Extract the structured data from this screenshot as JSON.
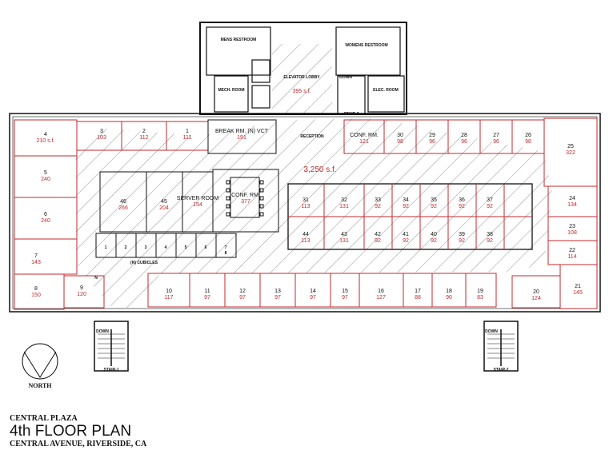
{
  "title": {
    "building": "CENTRAL PLAZA",
    "plan": "4th FLOOR PLAN",
    "address": "CENTRAL AVENUE, RIVERSIDE, CA"
  },
  "north_label": "NORTH",
  "common_area": "3,250 s.f.",
  "core": {
    "mens": "MENS RESTROOM",
    "womens": "WOMENS RESTROOM",
    "mech": "MECH. ROOM",
    "elec": "ELEC. ROOM",
    "elevator_lobby": "ELEVATOR LOBBY",
    "elevator_lobby_area": "395 s.f.",
    "stair3": "STAIR-3",
    "down": "DOWN"
  },
  "reception": "RECEPTION",
  "cubicles": {
    "label": "(N) CUBICLES",
    "numbers": [
      "1",
      "2",
      "3",
      "4",
      "5",
      "6",
      "7",
      "8"
    ]
  },
  "stairs": [
    {
      "label": "STAIR-1",
      "down": "DOWN"
    },
    {
      "label": "STAIR-2",
      "down": "DOWN"
    }
  ],
  "n_mark": "N",
  "rooms": [
    {
      "id": "4",
      "area": "210 s.f."
    },
    {
      "id": "3",
      "area": "103"
    },
    {
      "id": "2",
      "area": "112"
    },
    {
      "id": "1",
      "area": "111"
    },
    {
      "id": "BREAK RM. (N) VCT",
      "area": "191"
    },
    {
      "id": "CONF. RM.",
      "area": "121"
    },
    {
      "id": "30",
      "area": "98"
    },
    {
      "id": "29",
      "area": "96"
    },
    {
      "id": "28",
      "area": "96"
    },
    {
      "id": "27",
      "area": "96"
    },
    {
      "id": "26",
      "area": "98"
    },
    {
      "id": "25",
      "area": "322"
    },
    {
      "id": "5",
      "area": "240"
    },
    {
      "id": "6",
      "area": "240"
    },
    {
      "id": "7",
      "area": "143"
    },
    {
      "id": "8",
      "area": "150"
    },
    {
      "id": "9",
      "area": "120"
    },
    {
      "id": "46",
      "area": "266"
    },
    {
      "id": "45",
      "area": "204"
    },
    {
      "id": "SERVER ROOM",
      "area": "154"
    },
    {
      "id": "CONF. RM.",
      "area": "377"
    },
    {
      "id": "31",
      "area": "113"
    },
    {
      "id": "32",
      "area": "131"
    },
    {
      "id": "33",
      "area": "92"
    },
    {
      "id": "34",
      "area": "92"
    },
    {
      "id": "35",
      "area": "92"
    },
    {
      "id": "36",
      "area": "92"
    },
    {
      "id": "37",
      "area": "92"
    },
    {
      "id": "44",
      "area": "113"
    },
    {
      "id": "43",
      "area": "131"
    },
    {
      "id": "42",
      "area": "92"
    },
    {
      "id": "41",
      "area": "92"
    },
    {
      "id": "40",
      "area": "92"
    },
    {
      "id": "39",
      "area": "92"
    },
    {
      "id": "38",
      "area": "92"
    },
    {
      "id": "24",
      "area": "134"
    },
    {
      "id": "23",
      "area": "108"
    },
    {
      "id": "22",
      "area": "114"
    },
    {
      "id": "21",
      "area": "145"
    },
    {
      "id": "20",
      "area": "124"
    },
    {
      "id": "19",
      "area": "83"
    },
    {
      "id": "18",
      "area": "90"
    },
    {
      "id": "17",
      "area": "88"
    },
    {
      "id": "16",
      "area": "127"
    },
    {
      "id": "15",
      "area": "97"
    },
    {
      "id": "14",
      "area": "97"
    },
    {
      "id": "13",
      "area": "97"
    },
    {
      "id": "12",
      "area": "97"
    },
    {
      "id": "11",
      "area": "97"
    },
    {
      "id": "10",
      "area": "117"
    }
  ]
}
